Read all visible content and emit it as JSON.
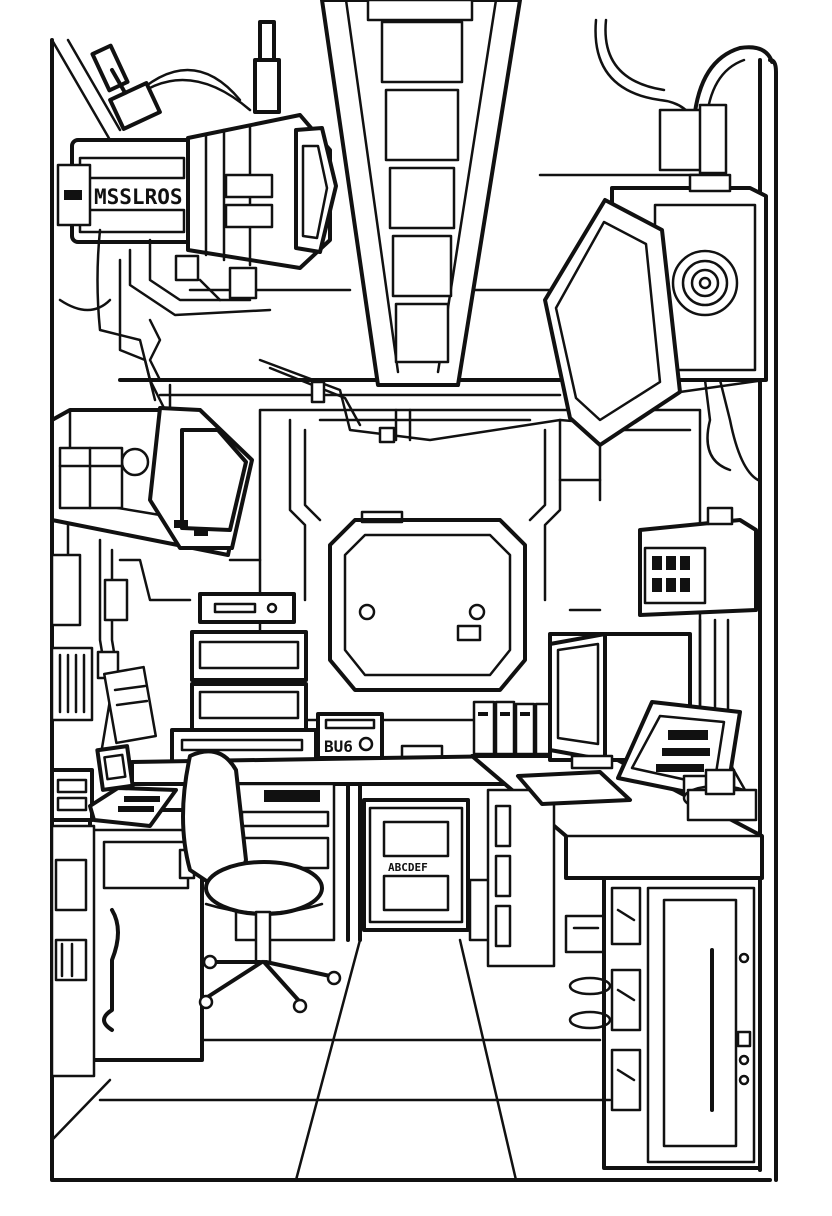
{
  "labels": {
    "camera_label": "MSSLROS",
    "device_label": "BU6",
    "cabinet_label": "ABCDEF"
  },
  "colors": {
    "ink": "#111111",
    "paper": "#ffffff"
  }
}
